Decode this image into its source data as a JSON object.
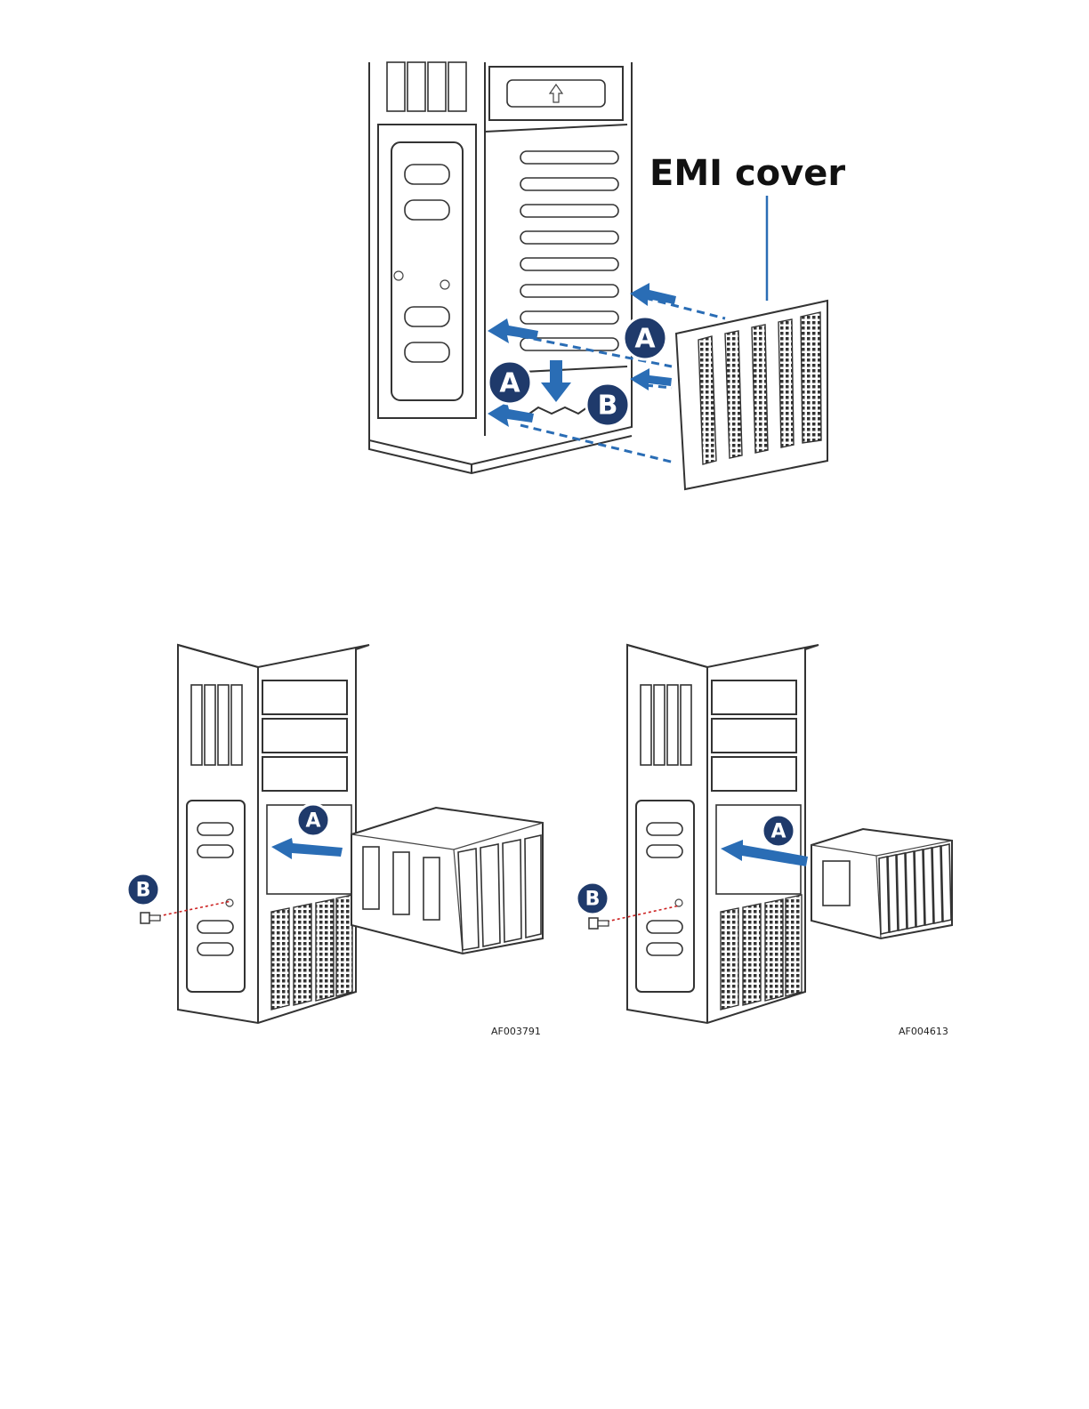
{
  "top_figure": {
    "callout_label": "EMI cover",
    "badge_a": "A",
    "badge_b": "B",
    "accent_color": "#2a6db5",
    "badge_color": "#1f3a6b"
  },
  "left_figure": {
    "badge_a": "A",
    "badge_b": "B",
    "figure_code": "AF003791"
  },
  "right_figure": {
    "badge_a": "A",
    "badge_b": "B",
    "figure_code": "AF004613"
  }
}
